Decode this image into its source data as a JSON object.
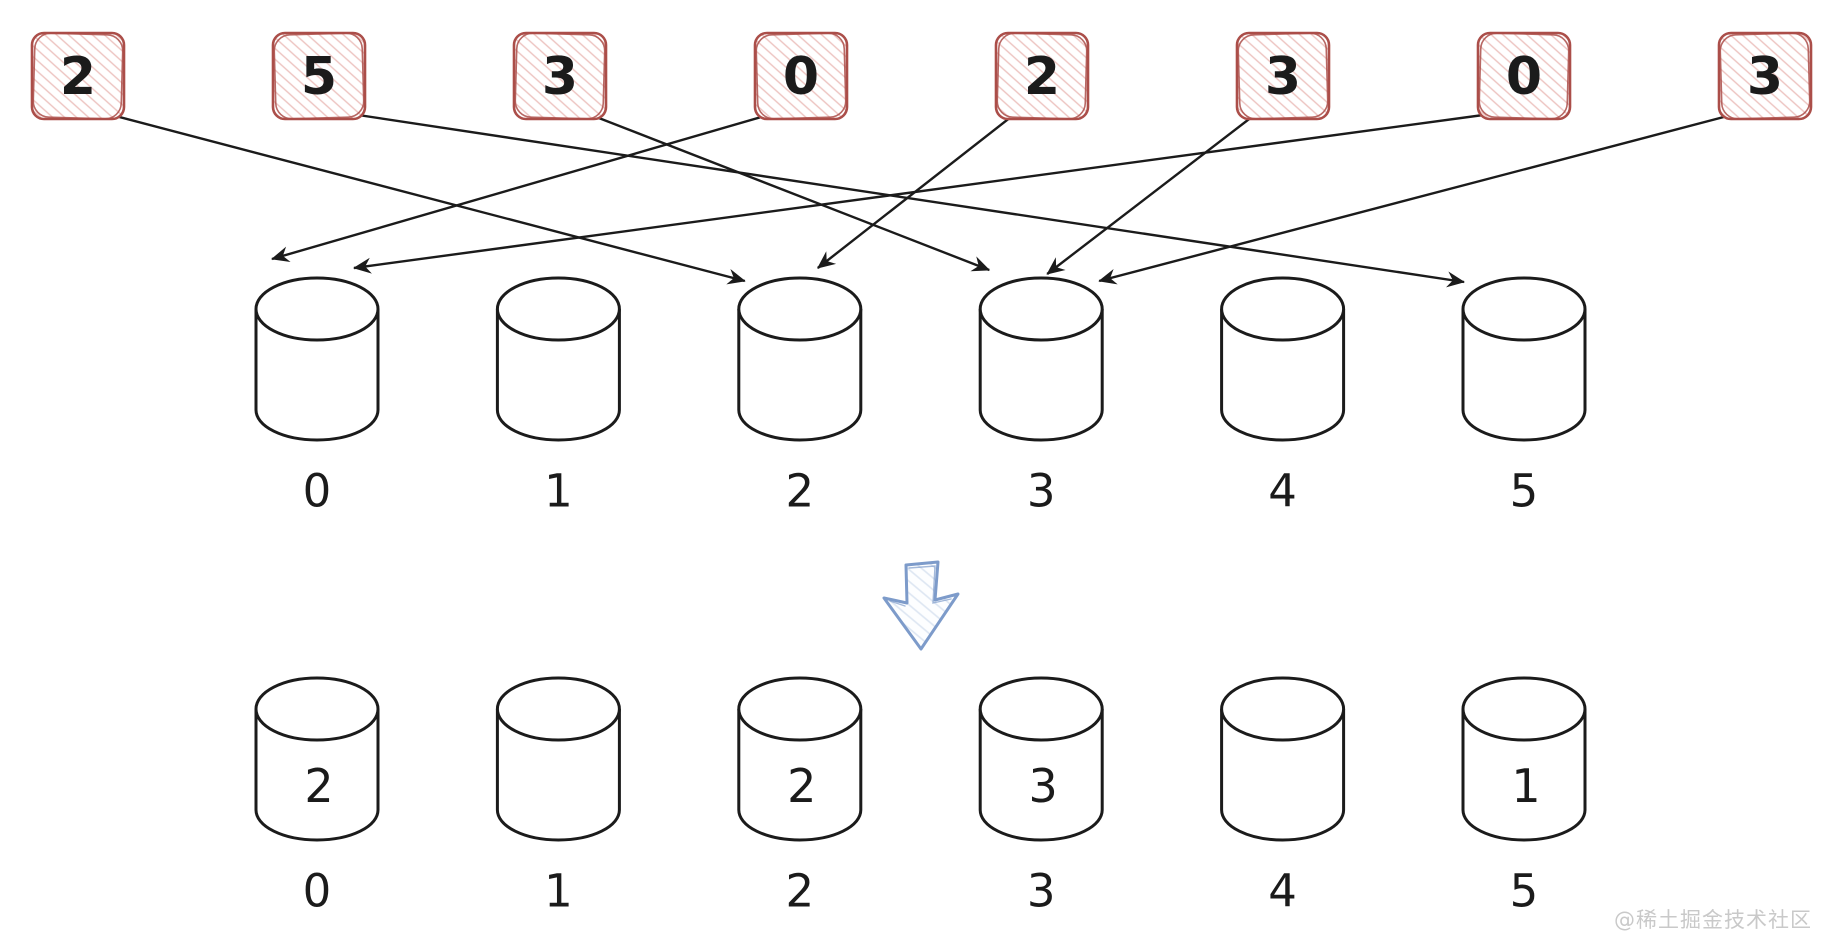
{
  "diagram": {
    "type": "counting-sort-bucket-assignment",
    "input_values": [
      "2",
      "5",
      "3",
      "0",
      "2",
      "3",
      "0",
      "3"
    ],
    "assignments": [
      {
        "from": 0,
        "to": 2
      },
      {
        "from": 1,
        "to": 5
      },
      {
        "from": 2,
        "to": 3
      },
      {
        "from": 3,
        "to": 0
      },
      {
        "from": 4,
        "to": 2
      },
      {
        "from": 5,
        "to": 3
      },
      {
        "from": 6,
        "to": 0
      },
      {
        "from": 7,
        "to": 3
      }
    ],
    "bucket_labels": [
      "0",
      "1",
      "2",
      "3",
      "4",
      "5"
    ],
    "result_counts": [
      "2",
      "",
      "2",
      "3",
      "",
      "1"
    ],
    "result_labels": [
      "0",
      "1",
      "2",
      "3",
      "4",
      "5"
    ],
    "down_arrow_icon": "down-arrow"
  },
  "watermark": {
    "text": "@稀土掘金技术社区"
  },
  "colors": {
    "ink": "#1b1b1b",
    "box_stroke": "#ab4e49",
    "box_hatch": "#edc3c0",
    "blue_arrow_stroke": "#7d9bca",
    "blue_arrow_hatch": "#ccd9ec",
    "watermark": "#c9c9c9",
    "background": "#ffffff"
  }
}
